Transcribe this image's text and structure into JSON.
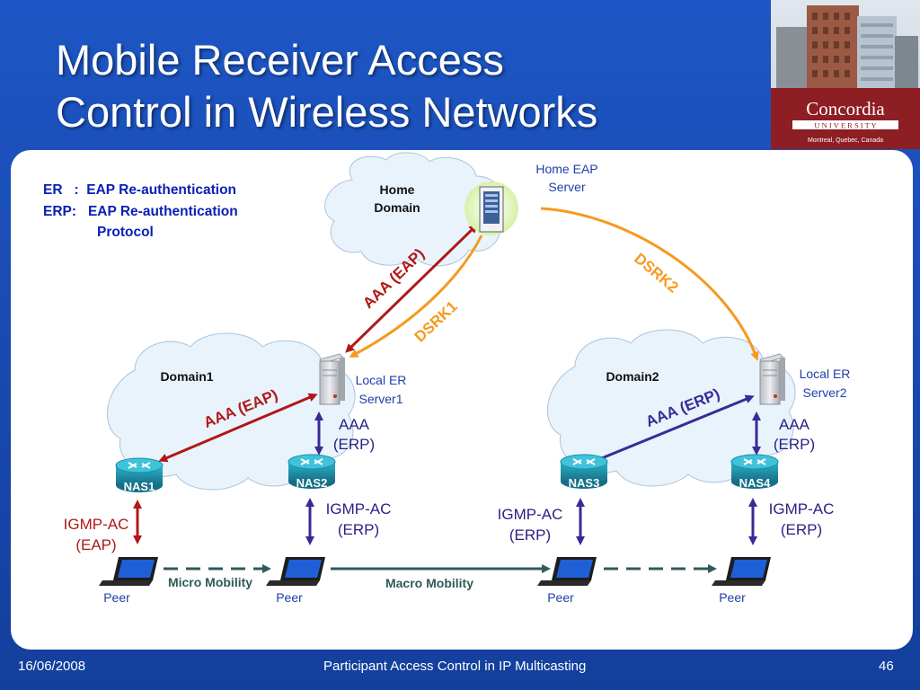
{
  "slide": {
    "title_line1": "Mobile Receiver Access",
    "title_line2": "Control in Wireless Networks",
    "footer_date": "16/06/2008",
    "footer_center": "Participant Access Control in IP Multicasting",
    "footer_page": "46"
  },
  "logo": {
    "name_text": "Concordia",
    "university_text": "U N I V E R S I T Y",
    "location_text": "Montreal, Quebec, Canada"
  },
  "legend": {
    "line1": "ER   :  EAP Re-authentication",
    "line2": "ERP:   EAP Re-authentication",
    "line3": "Protocol"
  },
  "clouds": {
    "home": {
      "line1": "Home",
      "line2": "Domain"
    },
    "domain1": "Domain1",
    "domain2": "Domain2"
  },
  "servers": {
    "home_eap": {
      "line1": "Home EAP",
      "line2": "Server"
    },
    "local_er1": {
      "line1": "Local ER",
      "line2": "Server1"
    },
    "local_er2": {
      "line1": "Local ER",
      "line2": "Server2"
    }
  },
  "nas": {
    "nas1": "NAS1",
    "nas2": "NAS2",
    "nas3": "NAS3",
    "nas4": "NAS4"
  },
  "links": {
    "aaa_eap_home": "AAA (EAP)",
    "dsrk1": "DSRK1",
    "dsrk2": "DSRK2",
    "aaa_eap_domain1": "AAA (EAP)",
    "aaa_erp_domain2": "AAA (ERP)",
    "aaa_erp_nas2": {
      "line1": "AAA",
      "line2": "(ERP)"
    },
    "aaa_erp_nas4": {
      "line1": "AAA",
      "line2": "(ERP)"
    },
    "igmp_ac_eap": {
      "line1": "IGMP-AC",
      "line2": "(EAP)"
    },
    "igmp_ac_erp_2": {
      "line1": "IGMP-AC",
      "line2": "(ERP)"
    },
    "igmp_ac_erp_3": {
      "line1": "IGMP-AC",
      "line2": "(ERP)"
    },
    "igmp_ac_erp_4": {
      "line1": "IGMP-AC",
      "line2": "(ERP)"
    }
  },
  "mobility": {
    "micro": "Micro Mobility",
    "macro": "Macro Mobility"
  },
  "peers": {
    "peer1": "Peer",
    "peer2": "Peer",
    "peer3": "Peer",
    "peer4": "Peer"
  },
  "colors": {
    "background_blue": "#1a4bb3",
    "eap_red": "#b01818",
    "dsrk_orange": "#f59a1e",
    "erp_purple": "#3a2a95",
    "text_blue": "#1f3fa8",
    "mobility_teal": "#2f5a58",
    "router_blue": "#1b8fa8"
  },
  "icons": [
    "server-icon",
    "router-icon",
    "laptop-icon",
    "cloud-icon"
  ]
}
